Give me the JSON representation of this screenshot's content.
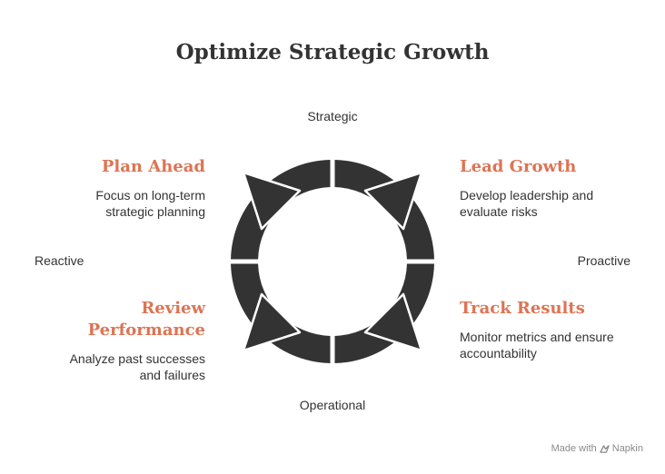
{
  "title": "Optimize Strategic Growth",
  "axes": {
    "top": "Strategic",
    "bottom": "Operational",
    "left": "Reactive",
    "right": "Proactive"
  },
  "quadrants": {
    "top_left": {
      "title": "Plan Ahead",
      "description_lines": [
        "Focus on long-term",
        "strategic planning"
      ]
    },
    "top_right": {
      "title": "Lead Growth",
      "description_lines": [
        "Develop leadership and",
        "evaluate risks"
      ]
    },
    "bottom_left": {
      "title_lines": [
        "Review",
        "Performance"
      ],
      "description_lines": [
        "Analyze past successes",
        "and failures"
      ]
    },
    "bottom_right": {
      "title": "Track Results",
      "description_lines": [
        "Monitor metrics and ensure",
        "accountability"
      ]
    }
  },
  "footer": {
    "made_with": "Made with",
    "brand": "Napkin"
  },
  "colors": {
    "accent": "#DD7454",
    "ring": "#333333",
    "text": "#333333",
    "footer": "#8A8A8A"
  }
}
